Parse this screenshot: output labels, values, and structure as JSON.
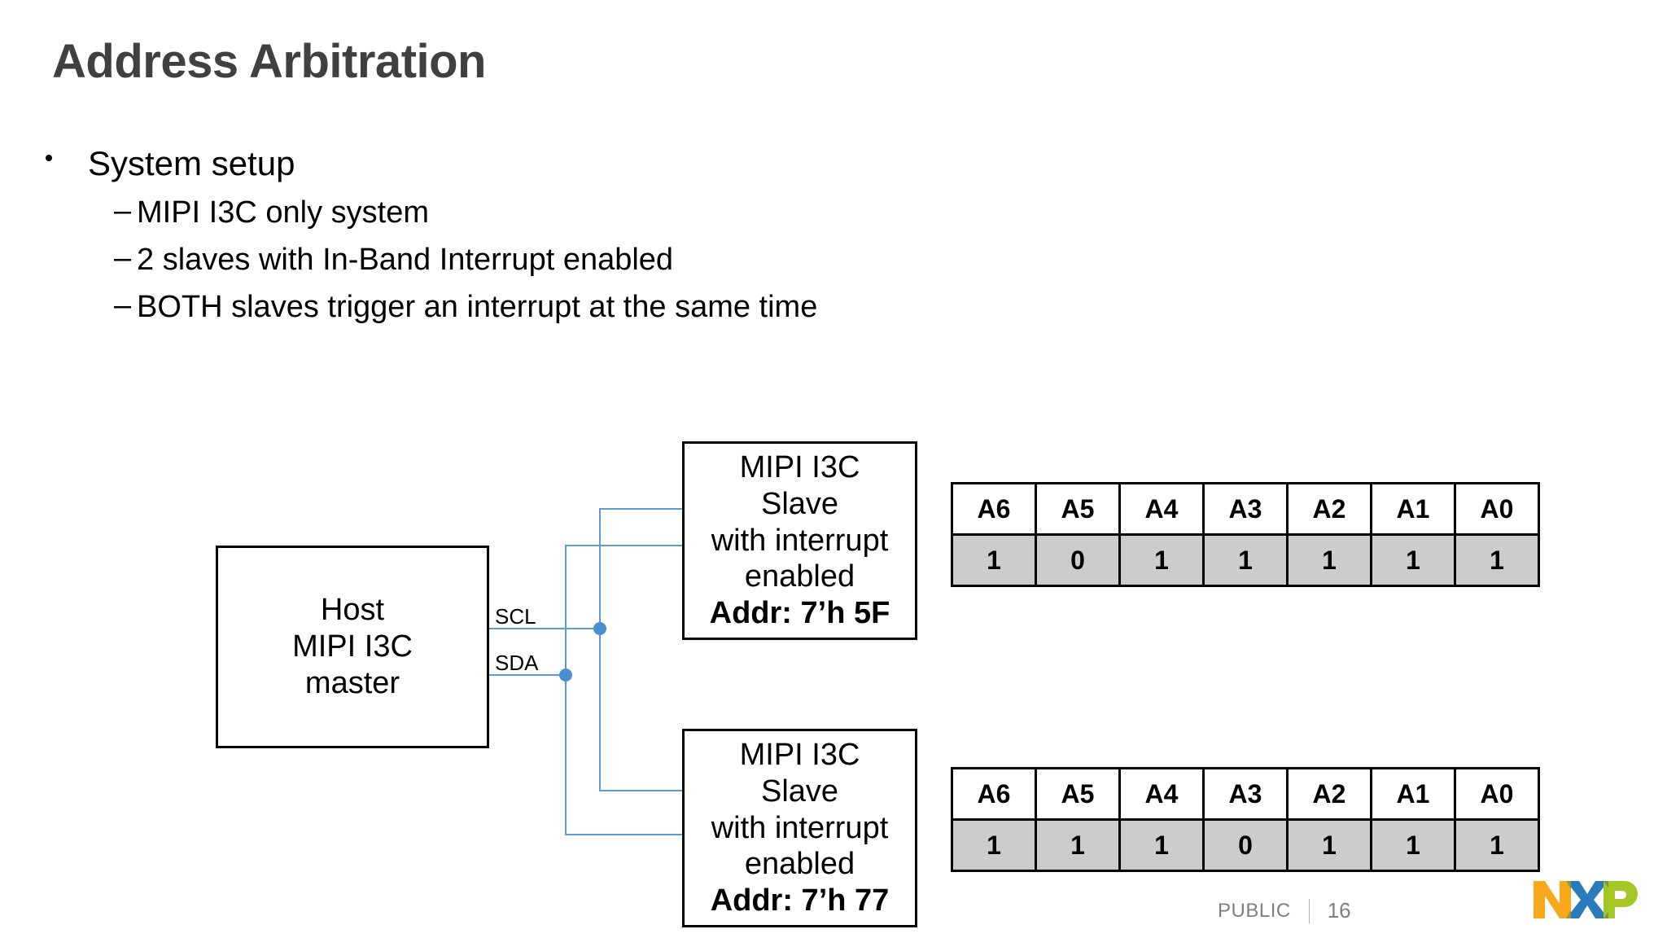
{
  "slide": {
    "title": "Address Arbitration"
  },
  "bullets": [
    {
      "level": 1,
      "text": "System setup"
    },
    {
      "level": 2,
      "marker": "–",
      "text": "MIPI I3C only system"
    },
    {
      "level": 2,
      "marker": "–",
      "text": "2 slaves with In-Band Interrupt enabled"
    },
    {
      "level": 2,
      "marker": "–",
      "text": "BOTH slaves trigger an interrupt at the same time"
    }
  ],
  "diagram": {
    "host": {
      "lines": [
        "Host",
        "MIPI I3C",
        "master"
      ]
    },
    "slave_top": {
      "lines": [
        "MIPI I3C",
        "Slave",
        "with interrupt",
        "enabled"
      ],
      "address_line": "Addr: 7’h 5F"
    },
    "slave_bottom": {
      "lines": [
        "MIPI I3C",
        "Slave",
        "with interrupt",
        "enabled"
      ],
      "address_line": "Addr: 7’h 77"
    },
    "bus_labels": {
      "scl": "SCL",
      "sda": "SDA"
    },
    "wire_color": "#5B9BD5",
    "junction_color": "#4A90D0"
  },
  "tables": [
    {
      "name": "address-bits-5F",
      "headers": [
        "A6",
        "A5",
        "A4",
        "A3",
        "A2",
        "A1",
        "A0"
      ],
      "values": [
        "1",
        "0",
        "1",
        "1",
        "1",
        "1",
        "1"
      ]
    },
    {
      "name": "address-bits-77",
      "headers": [
        "A6",
        "A5",
        "A4",
        "A3",
        "A2",
        "A1",
        "A0"
      ],
      "values": [
        "1",
        "1",
        "1",
        "0",
        "1",
        "1",
        "1"
      ]
    }
  ],
  "footer": {
    "classification": "PUBLIC",
    "page_number": "16",
    "logo_text": "NXP",
    "logo_colors": {
      "n": "#F7A81B",
      "x": "#2B7BBA",
      "p": "#A4C627",
      "overlap": "#8A9B3E"
    }
  }
}
